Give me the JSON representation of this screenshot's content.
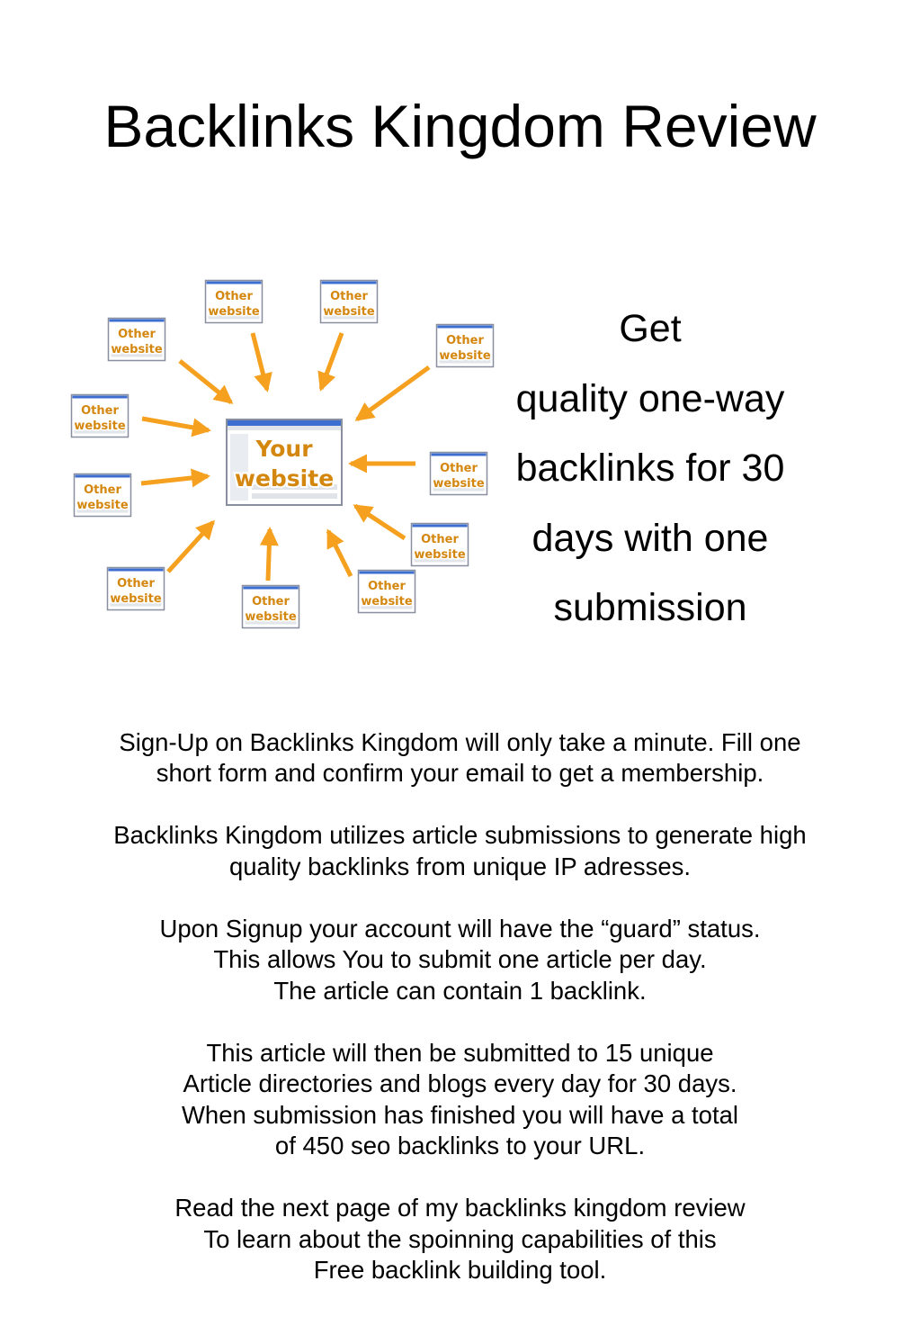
{
  "title": "Backlinks Kingdom Review",
  "diagram": {
    "center_label_line1": "Your",
    "center_label_line2": "website",
    "node_label_line1": "Other",
    "node_label_line2": "website",
    "colors": {
      "arrow": "#f5a01e",
      "label": "#d4870f",
      "window_border": "#8a8fa0",
      "titlebar": "#3d6fd1"
    }
  },
  "tagline": [
    "Get",
    "quality one-way",
    "backlinks for 30",
    "days with one",
    "submission"
  ],
  "paragraphs": [
    [
      "Sign-Up on Backlinks Kingdom will only take a minute. Fill one",
      "short form and confirm your email to get a membership."
    ],
    [
      "Backlinks Kingdom utilizes article submissions to generate high",
      "quality backlinks from unique IP adresses."
    ],
    [
      "Upon Signup your account will have the “guard” status.",
      "This allows You to submit one article per day.",
      "The article can contain 1 backlink."
    ],
    [
      "This article will then be submitted to 15 unique",
      "Article directories and blogs every day for 30 days.",
      "When submission has finished you will have a total",
      "of 450 seo backlinks to your URL."
    ],
    [
      "Read the next page of my backlinks kingdom review",
      "To learn about the spoinning capabilities of this",
      "Free backlink building tool."
    ]
  ]
}
